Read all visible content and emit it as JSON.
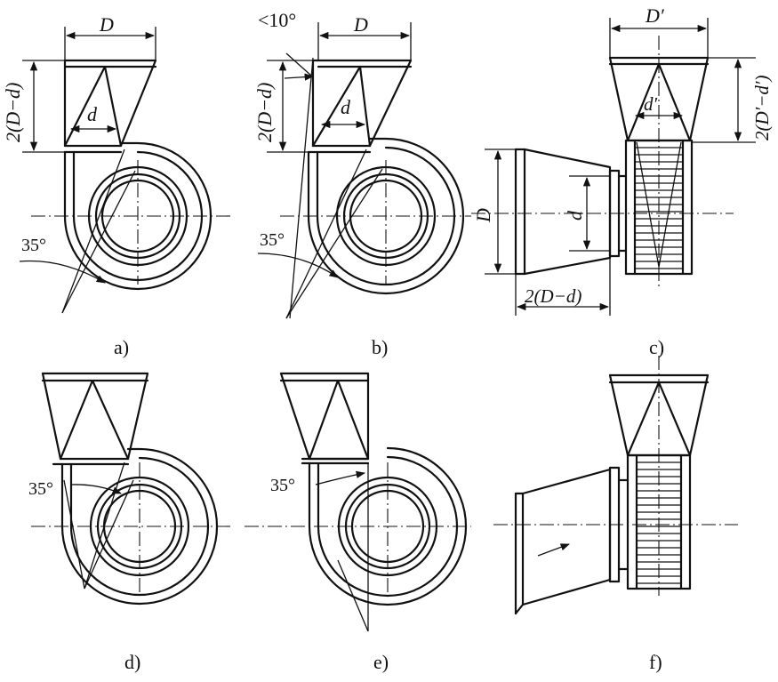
{
  "panels": [
    {
      "caption": "a)",
      "labels": {
        "width": "D",
        "height": "2(D−d)",
        "neck": "d",
        "angle": "35°"
      }
    },
    {
      "caption": "b)",
      "labels": {
        "width": "D",
        "height": "2(D−d)",
        "neck": "d",
        "angle": "35°",
        "taper": "<10°"
      }
    },
    {
      "caption": "c)",
      "labels": {
        "top_width": "D′",
        "top_height": "2(D′−d′)",
        "top_neck": "d′",
        "side_width": "D",
        "side_neck": "d",
        "side_length": "2(D−d)"
      }
    },
    {
      "caption": "d)",
      "labels": {
        "angle": "35°"
      }
    },
    {
      "caption": "e)",
      "labels": {
        "angle": "35°"
      }
    },
    {
      "caption": "f)",
      "labels": {}
    }
  ]
}
